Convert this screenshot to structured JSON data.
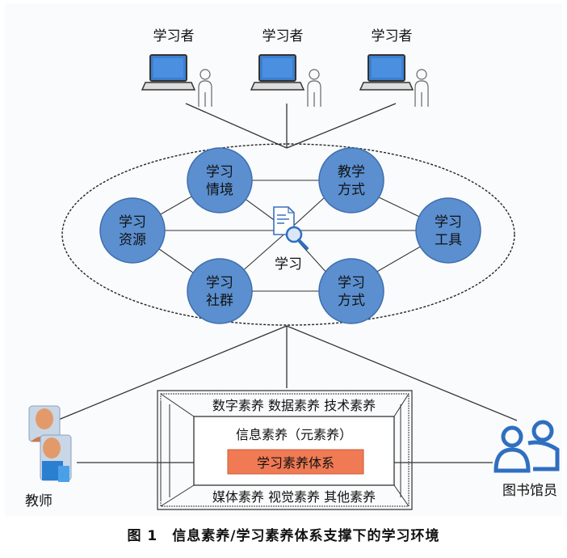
{
  "learners": [
    {
      "label": "学习者"
    },
    {
      "label": "学习者"
    },
    {
      "label": "学习者"
    }
  ],
  "nodes": {
    "situation": {
      "line1": "学习",
      "line2": "情境"
    },
    "teaching_method": {
      "line1": "教学",
      "line2": "方式"
    },
    "resources": {
      "line1": "学习",
      "line2": "资源"
    },
    "tools": {
      "line1": "学习",
      "line2": "工具"
    },
    "community": {
      "line1": "学习",
      "line2": "社群"
    },
    "learning_method": {
      "line1": "学习",
      "line2": "方式"
    }
  },
  "center": {
    "label": "学习"
  },
  "literacy": {
    "top_row": "数字素养 数据素养 技术素养",
    "meta": "信息素养（元素养）",
    "system": "学习素养体系",
    "bottom_row": "媒体素养 视觉素养 其他素养"
  },
  "teacher": {
    "label": "教师"
  },
  "librarian": {
    "label": "图书馆员"
  },
  "caption": "图 1　信息素养/学习素养体系支撑下的学习环境",
  "colors": {
    "node_fill": "#5b8fcf",
    "node_stroke": "#3f6fae",
    "system_fill": "#f07a54",
    "monitor": "#3c7fd0",
    "person_blue": "#2f6fc0"
  }
}
